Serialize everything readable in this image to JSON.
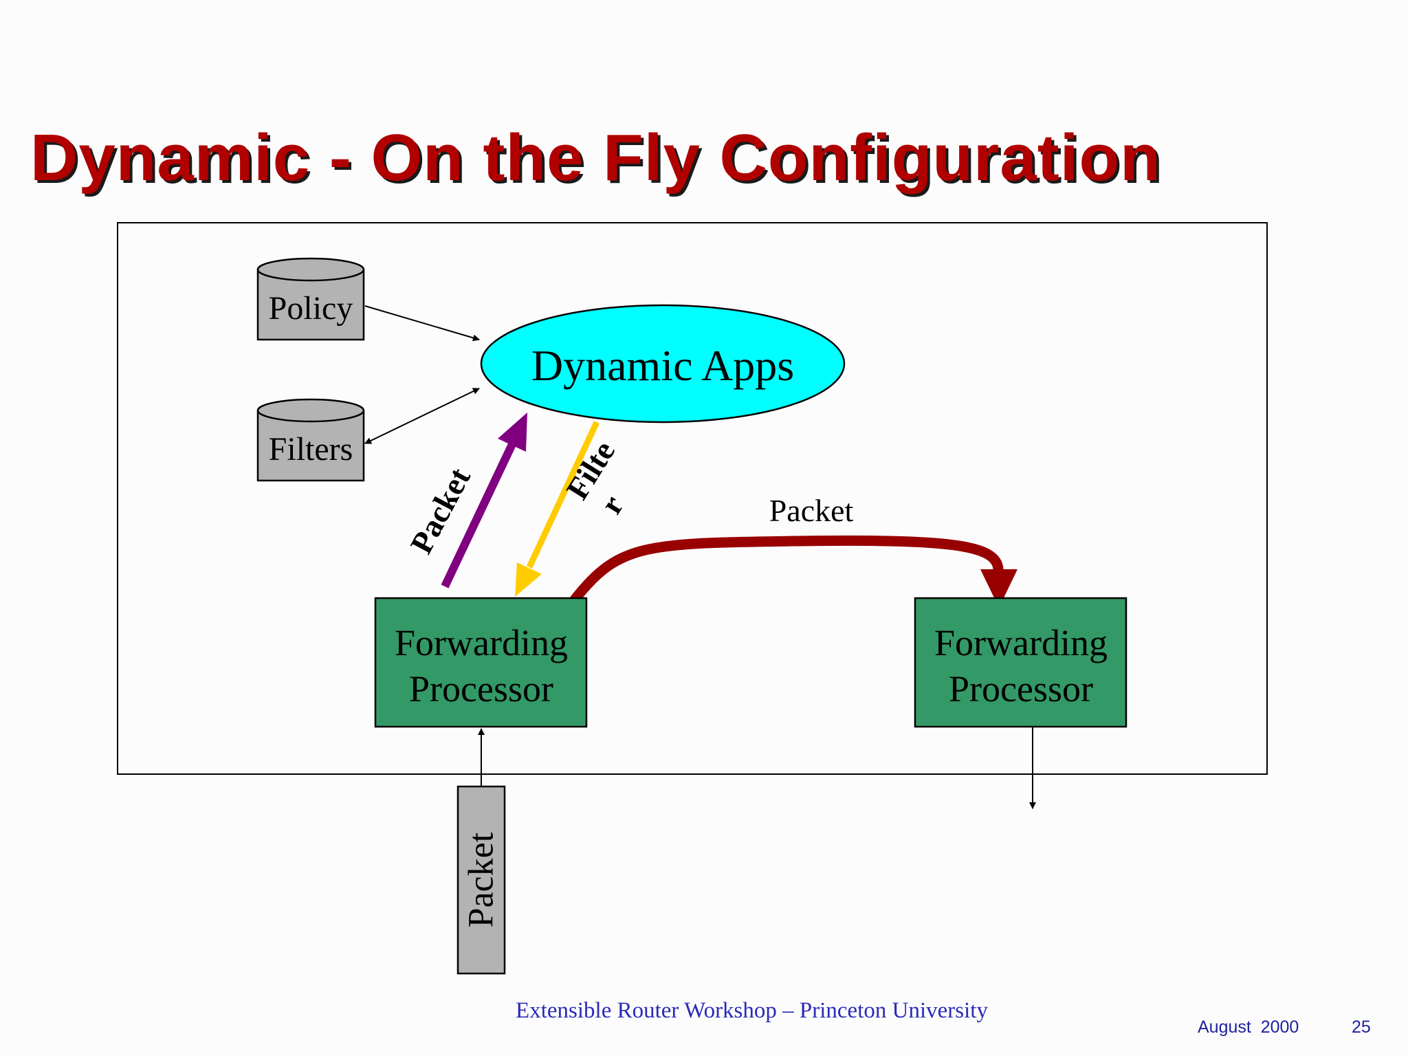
{
  "slide": {
    "title": "Dynamic - On the Fly Configuration",
    "footer_center": "Extensible Router Workshop – Princeton University",
    "footer_date": "August  2000",
    "page_number": "25"
  },
  "diagram": {
    "policy_label": "Policy",
    "filters_label": "Filters",
    "dynamic_apps_label": "Dynamic Apps",
    "packet_up_label": "Packet",
    "filter_label_part1": "Filte",
    "filter_label_part2": "r",
    "packet_curve_label": "Packet",
    "fp_left_line1": "Forwarding",
    "fp_left_line2": "Processor",
    "fp_right_line1": "Forwarding",
    "fp_right_line2": "Processor",
    "packet_input_label": "Packet"
  },
  "colors": {
    "title": "#b00000",
    "ellipse": "#00ffff",
    "processor": "#339966",
    "database": "#b3b3b3",
    "packet_up_arrow": "#800080",
    "filter_arrow": "#ffcc00",
    "packet_curve_arrow": "#990000",
    "footer": "#2a2ab8"
  }
}
